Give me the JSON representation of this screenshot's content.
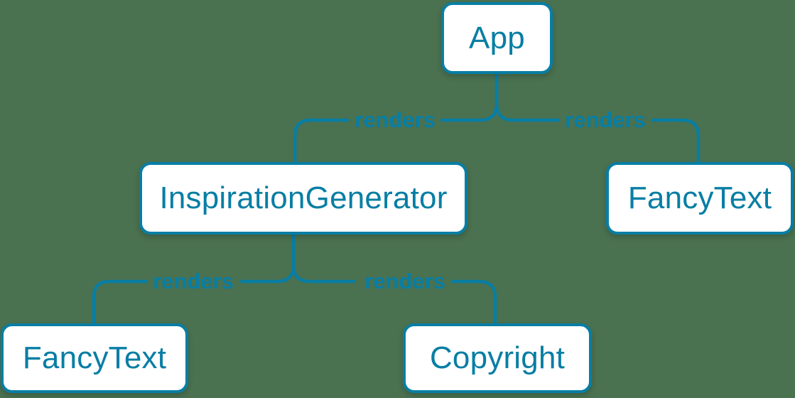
{
  "theme": {
    "background_color": "#4A7150",
    "accent_color": "#087EA4",
    "node_fill": "#FFFFFF"
  },
  "diagram": {
    "type": "component-render-tree",
    "nodes": [
      {
        "id": "app",
        "label": "App"
      },
      {
        "id": "inspiration-generator",
        "label": "InspirationGenerator"
      },
      {
        "id": "fancy-text-top",
        "label": "FancyText"
      },
      {
        "id": "fancy-text-bottom",
        "label": "FancyText"
      },
      {
        "id": "copyright",
        "label": "Copyright"
      }
    ],
    "edges": [
      {
        "from": "App",
        "to": "InspirationGenerator",
        "label": "renders"
      },
      {
        "from": "App",
        "to": "FancyText",
        "label": "renders"
      },
      {
        "from": "InspirationGenerator",
        "to": "FancyText",
        "label": "renders"
      },
      {
        "from": "InspirationGenerator",
        "to": "Copyright",
        "label": "renders"
      }
    ]
  }
}
